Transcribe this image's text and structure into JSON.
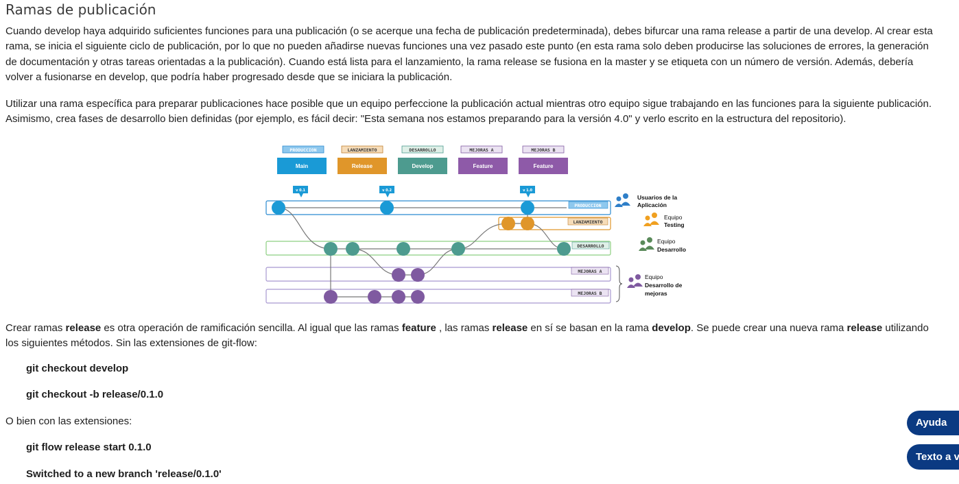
{
  "page": {
    "title": "Ramas de publicación",
    "paragraph1": "Cuando develop haya adquirido suficientes funciones para una publicación (o se acerque una fecha de publicación predeterminada), debes bifurcar una rama release a partir de una develop. Al crear esta rama, se inicia el siguiente ciclo de publicación, por lo que no pueden añadirse nuevas funciones una vez pasado este punto (en esta rama solo deben producirse las soluciones de errores, la generación de documentación y otras tareas orientadas a la publicación). Cuando está lista para el lanzamiento, la rama release se fusiona en la master y se etiqueta con un número de versión. Además, debería volver a fusionarse en develop, que podría haber progresado desde que se iniciara la publicación.",
    "paragraph2": "Utilizar una rama específica para preparar publicaciones hace posible que un equipo perfeccione la publicación actual mientras otro equipo sigue trabajando en las funciones para la siguiente publicación. Asimismo, crea fases de desarrollo bien definidas (por ejemplo, es  fácil decir: \"Esta semana nos estamos preparando para la versión 4.0\" y verlo escrito en la estructura del repositorio).",
    "paragraph3": {
      "t1": "Crear ramas ",
      "b1": "release",
      "t2": " es otra operación de ramificación sencilla. Al igual que las ramas ",
      "b2": "feature",
      "t3": " , las ramas ",
      "b3": "release",
      "t4": " en sí se basan en la rama ",
      "b4": "develop",
      "t5": ". Se puede crear una nueva rama ",
      "b5": "release",
      "t6": " utilizando los siguientes métodos. Sin las extensiones de git-flow:"
    },
    "cmd1": "git checkout develop",
    "cmd2": "git checkout -b release/0.1.0",
    "alt_text": "O bien con las extensiones:",
    "cmd3": "git flow release start 0.1.0",
    "cmd4": "Switched to a new branch 'release/0.1.0'"
  },
  "diagram": {
    "tags": [
      "PRODUCCION",
      "LANZAMIENTO",
      "DESARROLLO",
      "MEJORAS A",
      "MEJORAS B"
    ],
    "headers": [
      "Main",
      "Release",
      "Develop",
      "Feature",
      "Feature"
    ],
    "versions": [
      "v 0.1",
      "v 0.2",
      "v 1.0"
    ],
    "lane_labels": [
      "PRODUCCION",
      "LANZAMIENTO",
      "DESARROLLO",
      "MEJORAS A",
      "MEJORAS B"
    ],
    "teams": {
      "users_1": "Usuarios de la",
      "users_2": "Aplicación",
      "testing_1": "Equipo",
      "testing_2": "Testing",
      "dev_1": "Equipo",
      "dev_2": "Desarrollo",
      "feat_1": "Equipo",
      "feat_2": "Desarrollo de",
      "feat_3": "mejoras"
    },
    "colors": {
      "main": "#1a9ad6",
      "release": "#e0962a",
      "develop": "#4d9b8f",
      "feature": "#7f5aa0",
      "users_icon": "#2f7fc8",
      "testing_icon": "#f0a020",
      "dev_icon": "#5a8a5a",
      "feature_icon": "#7f5aa0"
    }
  },
  "buttons": {
    "help": "Ayuda",
    "text": "Texto a v"
  }
}
